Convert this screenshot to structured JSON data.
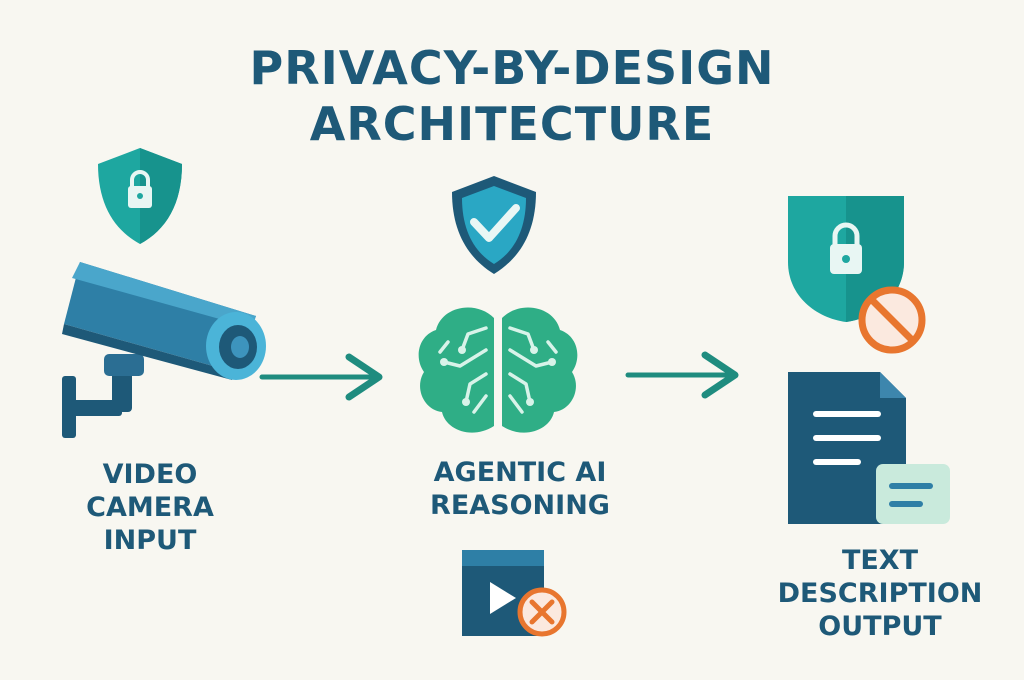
{
  "title_line1": "PRIVACY-BY-DESIGN",
  "title_line2": "ARCHITECTURE",
  "stages": [
    {
      "lines": [
        "VIDEO",
        "CAMERA",
        "INPUT"
      ]
    },
    {
      "lines": [
        "AGENTIC AI",
        "REASONING"
      ]
    },
    {
      "lines": [
        "TEXT",
        "DESCRIPTION",
        "OUTPUT"
      ]
    }
  ],
  "colors": {
    "navy": "#1e5978",
    "teal": "#1ea7a0",
    "green": "#2fae86",
    "blue": "#2e7fa6",
    "orange": "#e8762f"
  },
  "icons": [
    "shield-lock-icon",
    "security-camera-icon",
    "arrow-right-icon",
    "shield-check-icon",
    "brain-icon",
    "video-blocked-icon",
    "shield-lock-blocked-icon",
    "document-icon"
  ]
}
